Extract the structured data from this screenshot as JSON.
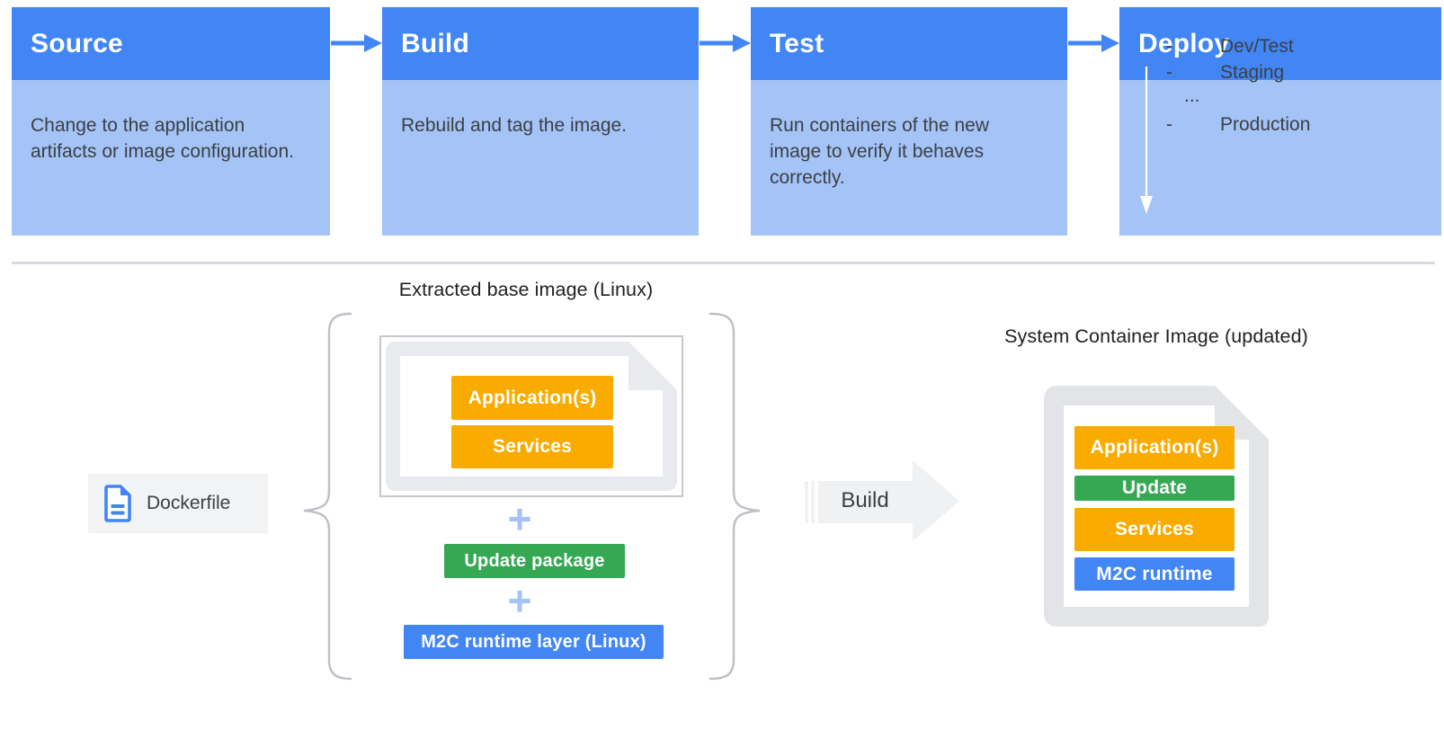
{
  "palette": {
    "header_blue": "#4285F4",
    "body_blue": "#A4C3F7",
    "yellow": "#F9AB00",
    "green": "#34A853",
    "blue": "#4285F4",
    "text_dark": "#3C4043",
    "gray_light": "#F1F3F4"
  },
  "pipeline": {
    "stages": [
      {
        "title": "Source",
        "description": "Change to the application artifacts or image configuration."
      },
      {
        "title": "Build",
        "description": "Rebuild and tag the image."
      },
      {
        "title": "Test",
        "description": "Run containers of the new image to verify it behaves correctly."
      },
      {
        "title": "Deploy",
        "dash": "-",
        "items": [
          "Dev/Test",
          "Staging",
          "...",
          "Production"
        ]
      }
    ]
  },
  "build_flow": {
    "dockerfile_label": "Dockerfile",
    "extracted_title": "Extracted base image (Linux)",
    "extracted_layers": [
      "Application(s)",
      "Services"
    ],
    "plus": "+",
    "update_package": "Update package",
    "runtime_layer": "M2C runtime layer (Linux)",
    "build_label": "Build",
    "result_title": "System Container Image (updated)",
    "result_layers": [
      "Application(s)",
      "Update",
      "Services",
      "M2C runtime"
    ]
  }
}
